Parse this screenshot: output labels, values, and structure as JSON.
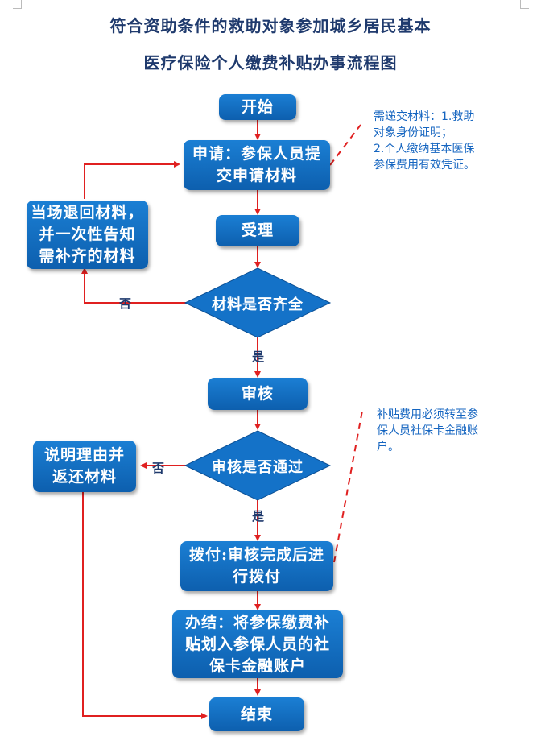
{
  "title": {
    "line1": "符合资助条件的救助对象参加城乡居民基本",
    "line2": "医疗保险个人缴费补贴办事流程图"
  },
  "nodes": {
    "start": "开始",
    "apply": "申请：参保人员提\n交申请材料",
    "accept": "受理",
    "return_materials": "当场退回材料，\n并一次性告知\n需补齐的材料",
    "check_complete": "材料是否齐全",
    "review": "审核",
    "review_pass": "审核是否通过",
    "explain": "说明理由并\n返还材料",
    "disburse": "拨付:审核完成后进\n行拨付",
    "handle": "办结：将参保缴费补\n贴划入参保人员的社\n保卡金融账户",
    "end": "结束"
  },
  "edge_labels": {
    "no1": "否",
    "yes1": "是",
    "no2": "否",
    "yes2": "是"
  },
  "notes": {
    "materials": "需递交材料：1.救助\n对象身份证明；\n2.个人缴纳基本医保\n参保费用有效凭证。",
    "subsidy": "补贴费用必须转至参\n保人员社保卡金融账\n户。"
  },
  "colors": {
    "box": "#1b7fd4",
    "arrow": "#e02020",
    "note_text": "#1565c0",
    "title": "#1f3a6d"
  }
}
